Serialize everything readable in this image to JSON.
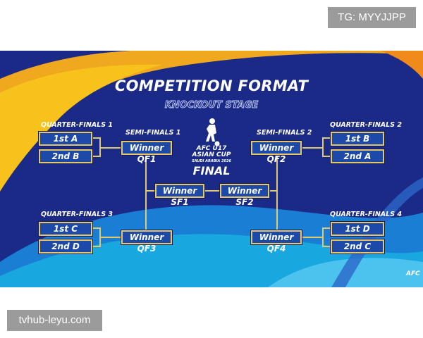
{
  "watermarks": {
    "top": "TG: MYYJJPP",
    "bottom": "tvhub-leyu.com"
  },
  "poster": {
    "title": "COMPETITION FORMAT",
    "subtitle": "KNOCKOUT STAGE",
    "logo": {
      "line1": "AFC U17",
      "line2": "ASIAN CUP",
      "line3": "SAUDI ARABIA 2026"
    },
    "final_label": "FINAL",
    "corner_mark": "AFC",
    "groups": {
      "qf1": {
        "label": "QUARTER-FINALS 1",
        "teams": [
          "1st A",
          "2nd B"
        ]
      },
      "qf2": {
        "label": "QUARTER-FINALS 2",
        "teams": [
          "1st B",
          "2nd A"
        ]
      },
      "qf3": {
        "label": "QUARTER-FINALS 3",
        "teams": [
          "1st C",
          "2nd D"
        ]
      },
      "qf4": {
        "label": "QUARTER-FINALS 4",
        "teams": [
          "1st D",
          "2nd C"
        ]
      },
      "sf1": {
        "label": "SEMI-FINALS 1",
        "slots": [
          "Winner QF1",
          "Winner QF3"
        ]
      },
      "sf2": {
        "label": "SEMI-FINALS 2",
        "slots": [
          "Winner QF2",
          "Winner QF4"
        ]
      },
      "final": {
        "slots": [
          "Winner SF1",
          "Winner SF2"
        ]
      }
    },
    "colors": {
      "background": "#1b2a86",
      "box_fill": "#1d4aa8",
      "box_border": "#e7c56a",
      "accent_yellow": "#f7c21b",
      "accent_cyan": "#19a7e0"
    }
  }
}
